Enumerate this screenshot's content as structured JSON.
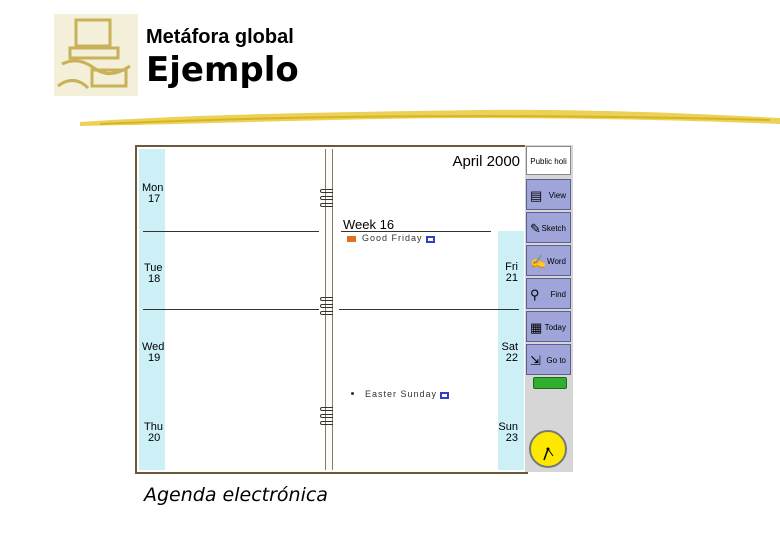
{
  "slide": {
    "subtitle": "Metáfora global",
    "title": "Ejemplo",
    "caption": "Agenda electrónica",
    "accent_color": "#e8c93a"
  },
  "organizer": {
    "month": "April 2000",
    "week": "Week 16",
    "days_left": [
      {
        "name": "Mon",
        "num": "17"
      },
      {
        "name": "Tue",
        "num": "18"
      },
      {
        "name": "Wed",
        "num": "19"
      },
      {
        "name": "Thu",
        "num": "20"
      }
    ],
    "days_right": [
      {
        "name": "Fri",
        "num": "21"
      },
      {
        "name": "Sat",
        "num": "22"
      },
      {
        "name": "Sun",
        "num": "23"
      }
    ],
    "events": [
      {
        "label": "Good Friday",
        "icon": "note-icon"
      },
      {
        "label": "Easter Sunday",
        "icon": "note-icon"
      }
    ]
  },
  "toolbar": {
    "public_holidays": "Public holi",
    "buttons": [
      {
        "label": "View",
        "icon": "view-icon"
      },
      {
        "label": "Sketch",
        "icon": "sketch-icon"
      },
      {
        "label": "Word",
        "icon": "word-icon"
      },
      {
        "label": "Find",
        "icon": "binoculars-icon"
      },
      {
        "label": "Today",
        "icon": "calendar-icon"
      },
      {
        "label": "Go to",
        "icon": "goto-icon"
      }
    ]
  }
}
